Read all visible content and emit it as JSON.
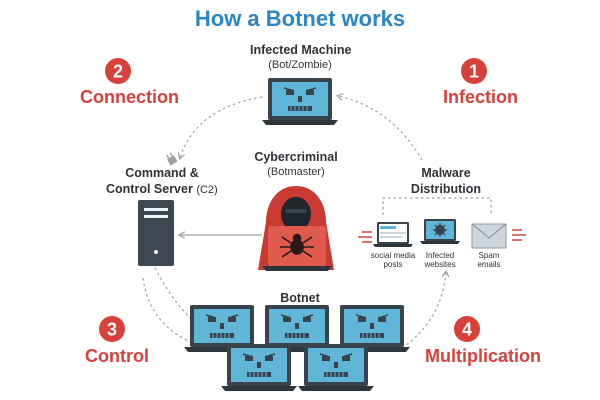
{
  "title": "How a Botnet works",
  "steps": [
    {
      "number": "1",
      "label": "Infection"
    },
    {
      "number": "2",
      "label": "Connection"
    },
    {
      "number": "3",
      "label": "Control"
    },
    {
      "number": "4",
      "label": "Multiplication"
    }
  ],
  "infected_machine": {
    "title": "Infected Machine",
    "subtitle": "(Bot/Zombie)"
  },
  "c2": {
    "title_line1": "Command &",
    "title_line2": "Control Server",
    "suffix": "(C2)"
  },
  "cybercriminal": {
    "title": "Cybercriminal",
    "subtitle": "(Botmaster)"
  },
  "malware": {
    "title_line1": "Malware",
    "title_line2": "Distribution"
  },
  "vectors": [
    {
      "line1": "social media",
      "line2": "posts",
      "icon": "social-media-laptop-icon"
    },
    {
      "line1": "Infected",
      "line2": "websites",
      "icon": "infected-website-laptop-icon"
    },
    {
      "line1": "Spam",
      "line2": "emails",
      "icon": "envelope-icon"
    }
  ],
  "botnet": {
    "label": "Botnet",
    "count": 5,
    "icon": "zombie-laptop-icon"
  },
  "colors": {
    "title": "#2b86c5",
    "accent_red": "#d8403a",
    "screen": "#5fb6d6",
    "laptop_dark": "#39434c",
    "server": "#3e4852",
    "hood": "#c83a32"
  }
}
